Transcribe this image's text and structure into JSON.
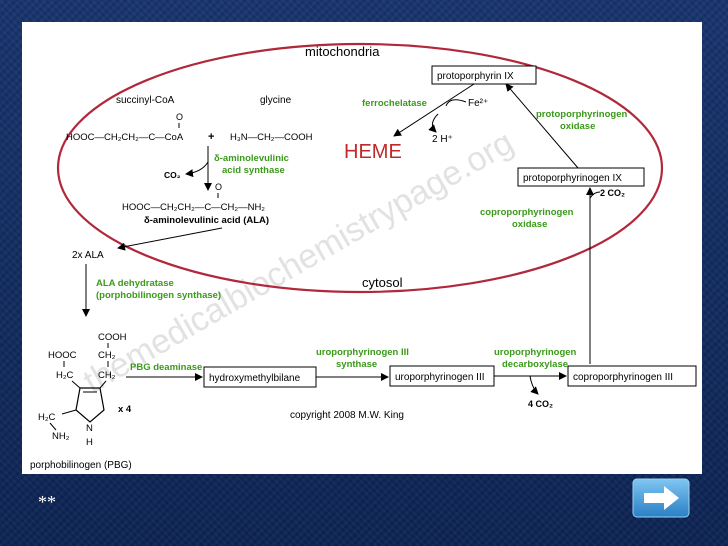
{
  "diagram": {
    "compartments": {
      "mitochondria": "mitochondria",
      "cytosol": "cytosol"
    },
    "substrates": {
      "succinyl_coa": "succinyl-CoA",
      "glycine": "glycine",
      "succinyl_formula": "HOOC—CH₂CH₂—C—CoA",
      "plus": "+",
      "glycine_formula": "H₃N—CH₂—COOH",
      "carbonyl_o": "O",
      "carbonyl_o2": "O",
      "co2": "CO₂"
    },
    "enzymes": {
      "ala_synthase": "δ-aminolevulinic",
      "ala_synthase2": "acid synthase",
      "ferrochelatase": "ferrochelatase",
      "protoporphyrinogen_oxidase": "protoporphyrinogen",
      "protoporphyrinogen_oxidase2": "oxidase",
      "coproporphyrinogen_oxidase": "coproporphyrinogen",
      "coproporphyrinogen_oxidase2": "oxidase",
      "ala_dehydratase": "ALA dehydratase",
      "ala_dehydratase2": "(porphobilinogen synthase)",
      "pbg_deaminase": "PBG deaminase",
      "uro_synthase": "uroporphyrinogen III",
      "uro_synthase2": "synthase",
      "uro_decarboxylase": "uroporphyrinogen",
      "uro_decarboxylase2": "decarboxylase"
    },
    "ala": {
      "formula": "HOOC—CH₂CH₂—C—CH₂—NH₂",
      "name": "δ-aminolevulinic acid (ALA)",
      "two_ala": "2x ALA"
    },
    "heme": {
      "label": "HEME",
      "fe": "Fe²⁺",
      "two_h": "2 H⁺"
    },
    "boxes": {
      "protoporphyrin_ix": "protoporphyrin IX",
      "protoporphyrinogen_ix": "protoporphyrinogen IX",
      "hydroxymethylbilane": "hydroxymethylbilane",
      "uroporphyrinogen_iii": "uroporphyrinogen III",
      "coproporphyrinogen_iii": "coproporphyrinogen III"
    },
    "byproducts": {
      "two_co2": "2 CO₂",
      "four_co2": "4 CO₂"
    },
    "pbg": {
      "cooh": "COOH",
      "hooc": "HOOC",
      "ch2_a": "CH₂",
      "h2c": "H₂C",
      "ch2_b": "CH₂",
      "h2c_low": "H₂C",
      "nh2": "NH₂",
      "n": "N",
      "h": "H",
      "x4": "x 4",
      "name": "porphobilinogen (PBG)"
    },
    "copyright": "copyright 2008 M.W. King",
    "watermark": "themedicalbiochemistrypage.org"
  },
  "slide": {
    "annotation": "**"
  },
  "colors": {
    "background": "#0f2a5c",
    "ellipse": "#b0283a",
    "enzyme": "#3a9a1a",
    "heme": "#c0282a",
    "watermark": "#dcdcdc"
  },
  "icons": {
    "next": "right-arrow-icon"
  }
}
